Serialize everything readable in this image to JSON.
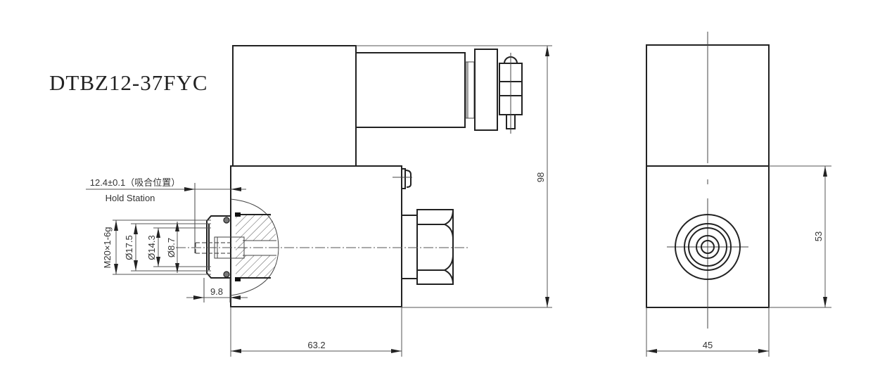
{
  "drawing": {
    "model": "DTBZ12-37FYC",
    "views": {
      "front": {
        "dimensions": {
          "overall_height": "98",
          "body_length": "63.2",
          "hold_position": "12.4±0.1（吸合位置）",
          "hold_position_label": "Hold Station",
          "thread": "M20×1-6g",
          "dia_outer": "Ø17.5",
          "dia_mid": "Ø14.3",
          "dia_inner": "Ø8.7",
          "stroke_depth": "9.8"
        }
      },
      "side": {
        "dimensions": {
          "body_height": "53",
          "width": "45"
        }
      }
    },
    "colors": {
      "line": "#222222",
      "background": "#ffffff"
    }
  }
}
